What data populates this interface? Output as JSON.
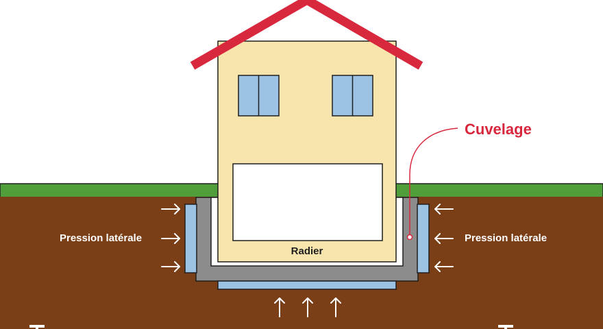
{
  "labels": {
    "cuvelage": "Cuvelage",
    "radier": "Radier",
    "pression_left": "Pression latérale",
    "pression_right": "Pression latérale"
  },
  "colors": {
    "sky": "#ffffff",
    "grass": "#4f9e3a",
    "soil": "#7a3f17",
    "wall": "#f8e5ad",
    "roof": "#d8283e",
    "window": "#9cc2e4",
    "outline": "#1f1f1f",
    "concrete": "#8c8c8c",
    "membrane": "#9cc2e4",
    "cuvelage_text": "#d8283e",
    "label_text": "#ffffff",
    "radier_text": "#1f1f1f",
    "arrow": "#ffffff"
  }
}
